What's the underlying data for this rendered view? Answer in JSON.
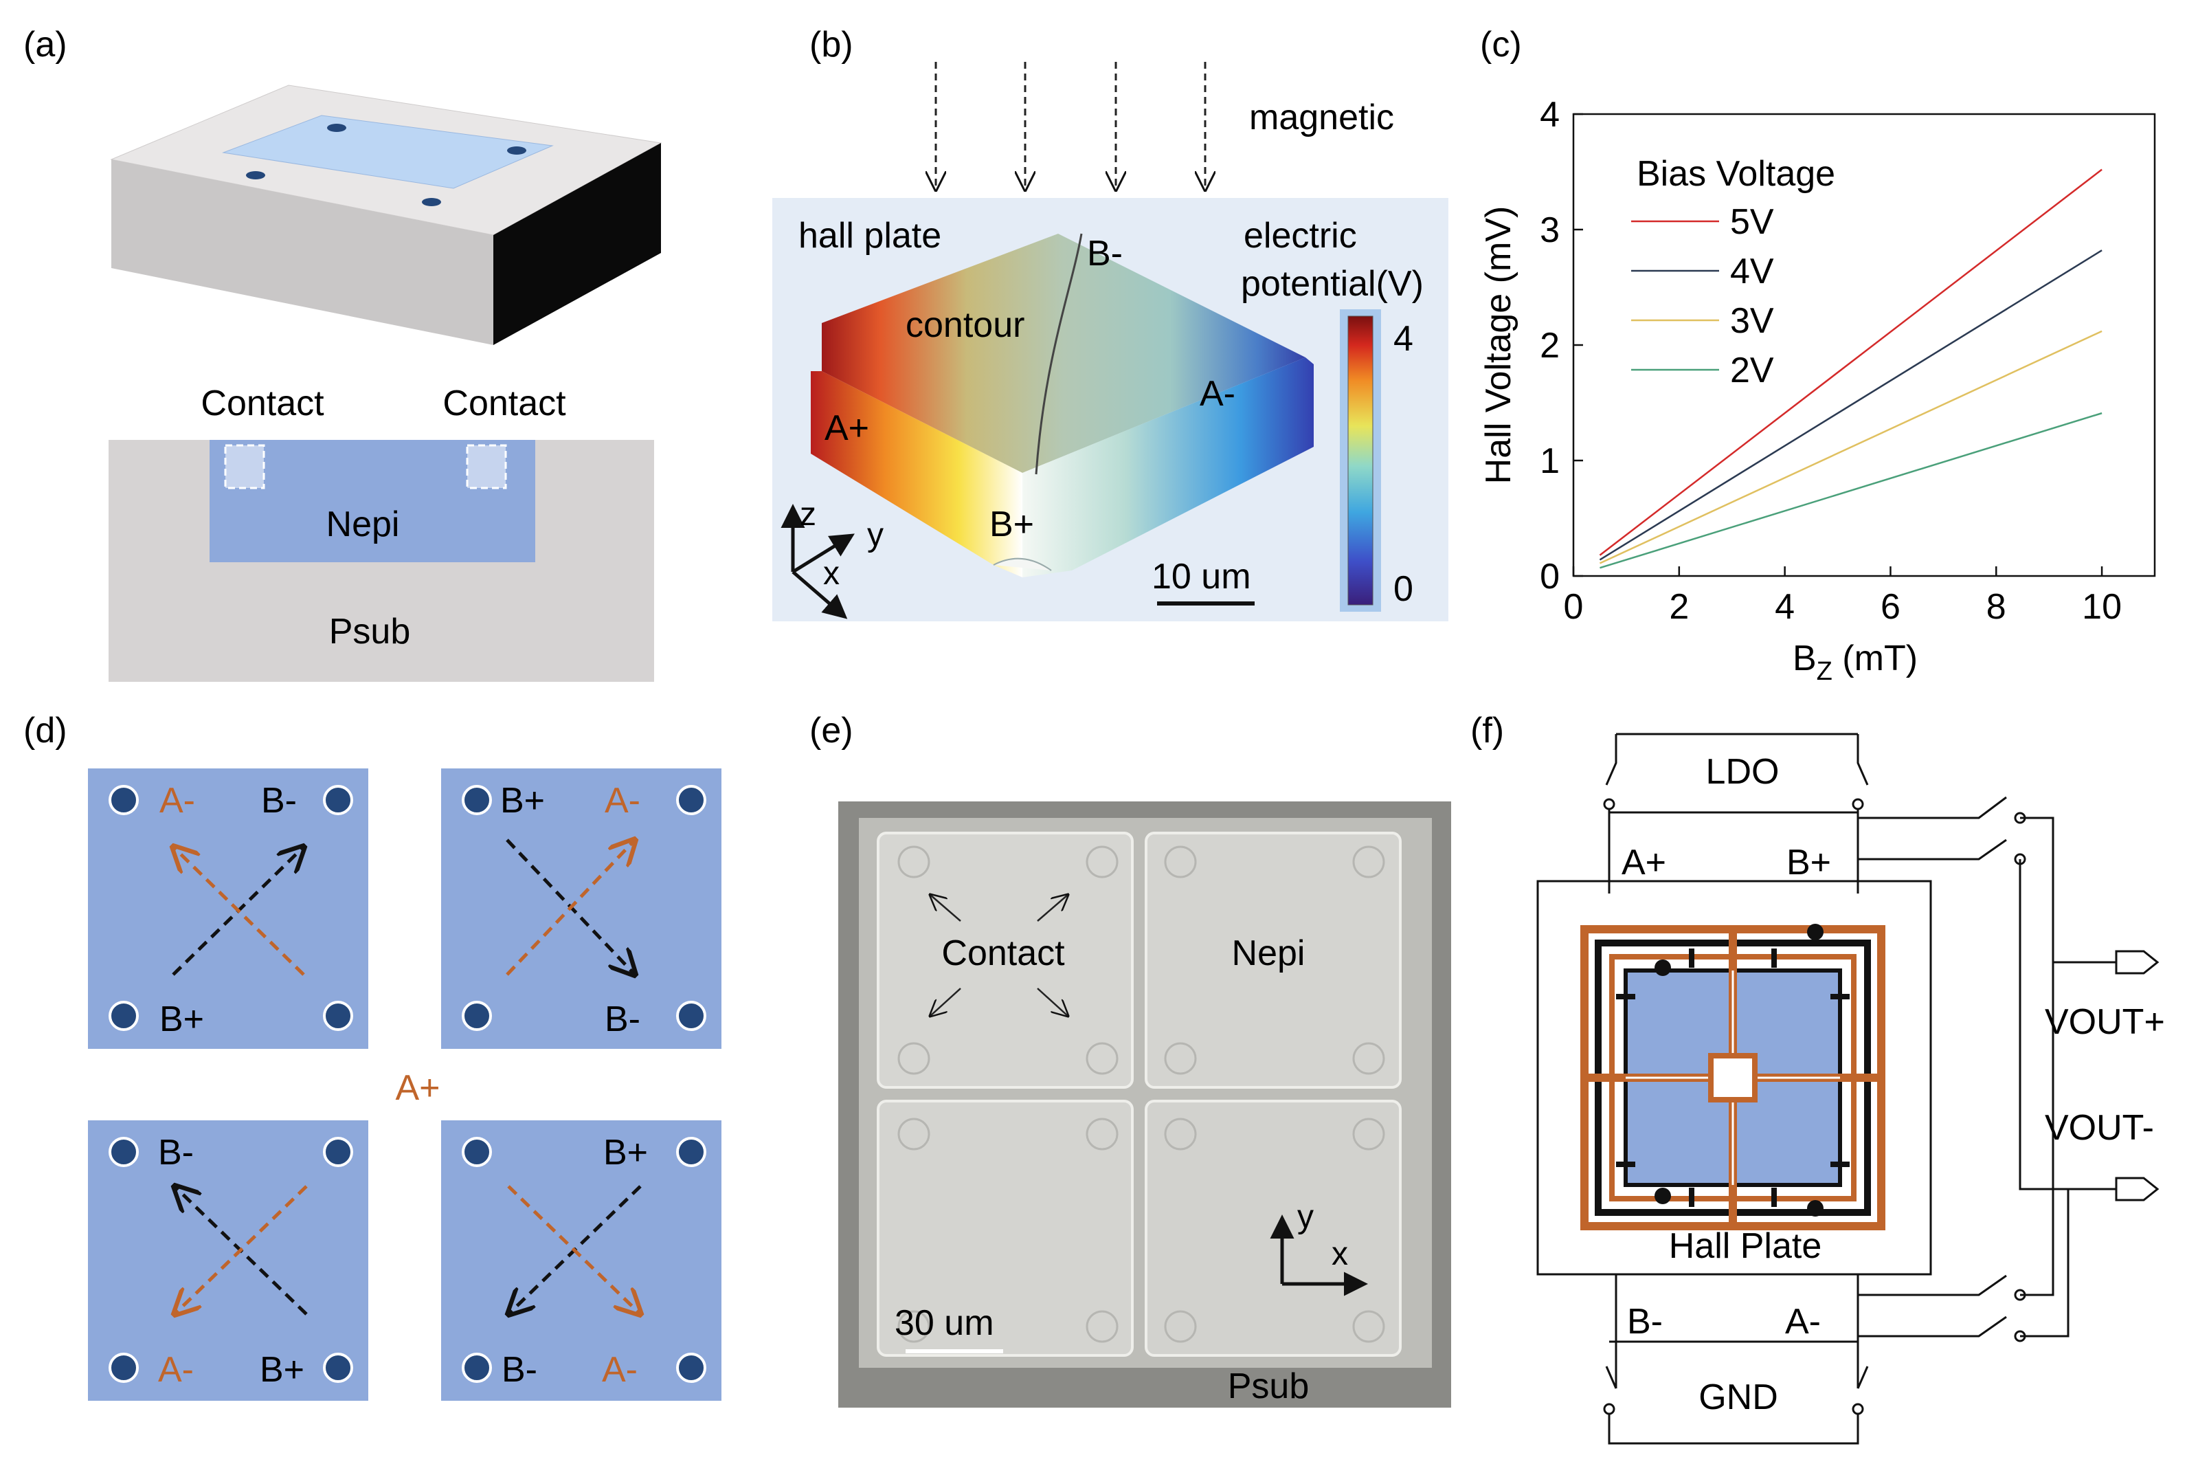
{
  "panels": {
    "a": {
      "label": "(a)",
      "contact_left": "Contact",
      "contact_right": "Contact",
      "nepi": "Nepi",
      "psub": "Psub"
    },
    "b": {
      "label": "(b)",
      "magnetic": "magnetic",
      "hall_plate": "hall plate",
      "contour": "contour",
      "electric": "electric",
      "potential": "potential(V)",
      "terminal_b_minus": "B-",
      "terminal_a_plus": "A+",
      "terminal_a_minus": "A-",
      "terminal_b_plus": "B+",
      "axis_z": "z",
      "axis_y": "y",
      "axis_x": "x",
      "scale_bar": "10 um",
      "colorbar_max": "4",
      "colorbar_min": "0"
    },
    "c": {
      "label": "(c)",
      "legend_title": "Bias Voltage"
    },
    "d": {
      "label": "(d)",
      "center": "A+",
      "quadrants": [
        {
          "tl": "A-",
          "tr": "B-",
          "bl": "B+",
          "br": ""
        },
        {
          "tl": "B+",
          "tr": "A-",
          "bl": "",
          "br": "B-"
        },
        {
          "tl": "B-",
          "tr": "",
          "bl": "A-",
          "br": "B+"
        },
        {
          "tl": "",
          "tr": "B+",
          "bl": "B-",
          "br": "A-"
        }
      ]
    },
    "e": {
      "label": "(e)",
      "contact": "Contact",
      "nepi": "Nepi",
      "psub": "Psub",
      "axis_y": "y",
      "axis_x": "x",
      "scale_bar": "30 um"
    },
    "f": {
      "label": "(f)",
      "ldo": "LDO",
      "a_plus": "A+",
      "b_plus": "B+",
      "vout_plus": "VOUT+",
      "vout_minus": "VOUT-",
      "hall_plate": "Hall Plate",
      "b_minus": "B-",
      "a_minus": "A-",
      "gnd": "GND"
    }
  },
  "colors": {
    "plate_blue": "#8ea9db",
    "contact_dot": "#24477a",
    "orange": "#c0652b",
    "die_gray": "#d6d3d3"
  },
  "chart_data": {
    "type": "line",
    "xlabel": "B",
    "xlabel_sub": "Z",
    "xlabel_unit": " (mT)",
    "ylabel": "Hall Voltage (mV)",
    "xlim": [
      0,
      11
    ],
    "ylim": [
      0,
      4
    ],
    "xticks": [
      "0",
      "2",
      "4",
      "6",
      "8",
      "10"
    ],
    "yticks": [
      "0",
      "1",
      "2",
      "3",
      "4"
    ],
    "grid": false,
    "legend_placement": "top-left",
    "series": [
      {
        "name": "5V",
        "color": "#d42a2a",
        "x": [
          0.5,
          10
        ],
        "values": [
          0.18,
          3.52
        ]
      },
      {
        "name": "4V",
        "color": "#2b3a52",
        "x": [
          0.5,
          10
        ],
        "values": [
          0.14,
          2.82
        ]
      },
      {
        "name": "3V",
        "color": "#e0c060",
        "x": [
          0.5,
          10
        ],
        "values": [
          0.11,
          2.12
        ]
      },
      {
        "name": "2V",
        "color": "#4aa07a",
        "x": [
          0.5,
          10
        ],
        "values": [
          0.07,
          1.41
        ]
      }
    ]
  }
}
